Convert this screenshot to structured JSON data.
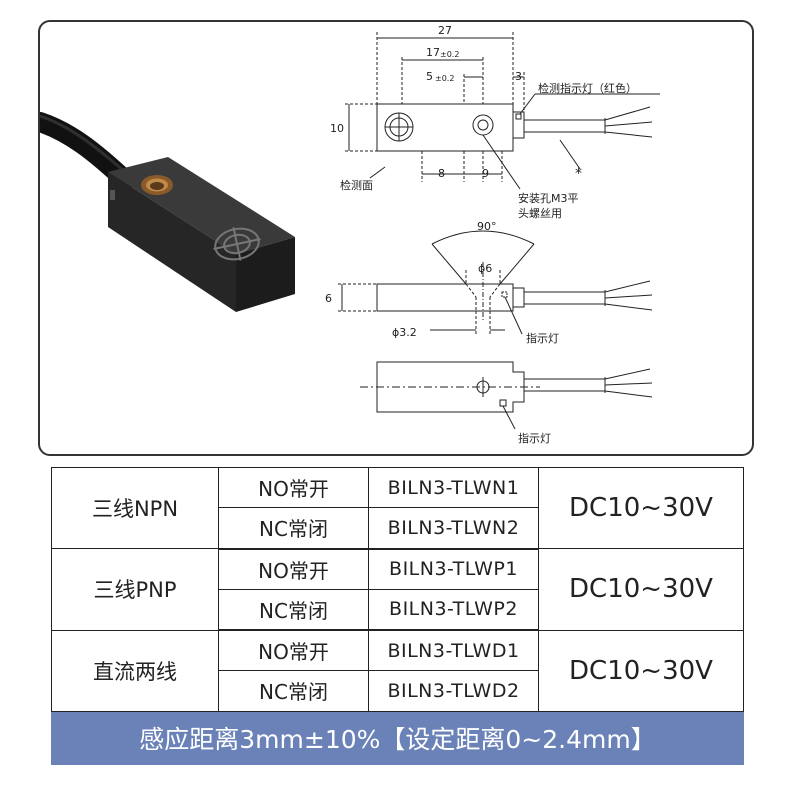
{
  "diagram": {
    "top_view": {
      "width_total": "27",
      "dim_17": "17",
      "dim_17_tol": "±0.2",
      "dim_5": "5",
      "dim_5_tol": "±0.2",
      "dim_3": "3",
      "height": "10",
      "dim_8": "8",
      "dim_9": "9",
      "indicator_label": "检测指示灯（红色）",
      "detect_face_label": "检测面",
      "mount_hole_label_1": "安装孔M3平",
      "mount_hole_label_2": "头螺丝用",
      "asterisk": "*"
    },
    "side_view": {
      "angle": "90°",
      "hole_dia": "ϕ6",
      "thickness": "6",
      "hole_small": "ϕ3.2",
      "indicator_label": "指示灯"
    },
    "bottom_view": {
      "indicator_label": "指示灯"
    }
  },
  "table": {
    "groups": [
      {
        "type": "三线NPN",
        "voltage": "DC10~30V",
        "rows": [
          {
            "mode": "NO常开",
            "model": "BILN3-TLWN1"
          },
          {
            "mode": "NC常闭",
            "model": "BILN3-TLWN2"
          }
        ]
      },
      {
        "type": "三线PNP",
        "voltage": "DC10~30V",
        "rows": [
          {
            "mode": "NO常开",
            "model": "BILN3-TLWP1"
          },
          {
            "mode": "NC常闭",
            "model": "BILN3-TLWP2"
          }
        ]
      },
      {
        "type": "直流两线",
        "voltage": "DC10~30V",
        "rows": [
          {
            "mode": "NO常开",
            "model": "BILN3-TLWD1"
          },
          {
            "mode": "NC常闭",
            "model": "BILN3-TLWD2"
          }
        ]
      }
    ],
    "footer": "感应距离3mm±10%【设定距离0~2.4mm】"
  },
  "colors": {
    "footer_bg": "#6a82b8",
    "sensor_body": "#2a2a2a",
    "indicator_copper": "#c08a4a"
  }
}
